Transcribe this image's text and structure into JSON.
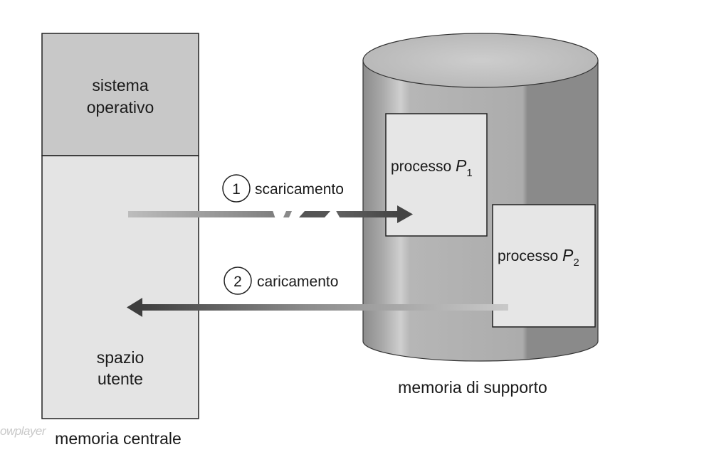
{
  "memory": {
    "os_label_line1": "sistema",
    "os_label_line2": "operativo",
    "user_label_line1": "spazio",
    "user_label_line2": "utente",
    "caption": "memoria centrale"
  },
  "disk": {
    "caption": "memoria di supporto",
    "process1": {
      "text": "processo ",
      "var": "P",
      "sub": "1"
    },
    "process2": {
      "text": "processo ",
      "var": "P",
      "sub": "2"
    }
  },
  "steps": [
    {
      "number": "1",
      "label": "scaricamento"
    },
    {
      "number": "2",
      "label": "caricamento"
    }
  ],
  "watermark": "owplayer",
  "colors": {
    "os_fill": "#c8c8c8",
    "user_fill": "#e4e4e4",
    "disk_body": "#9c9c9c",
    "disk_top": "#c4c4c4",
    "process_fill": "#e6e6e6",
    "arrow": "#444444"
  }
}
